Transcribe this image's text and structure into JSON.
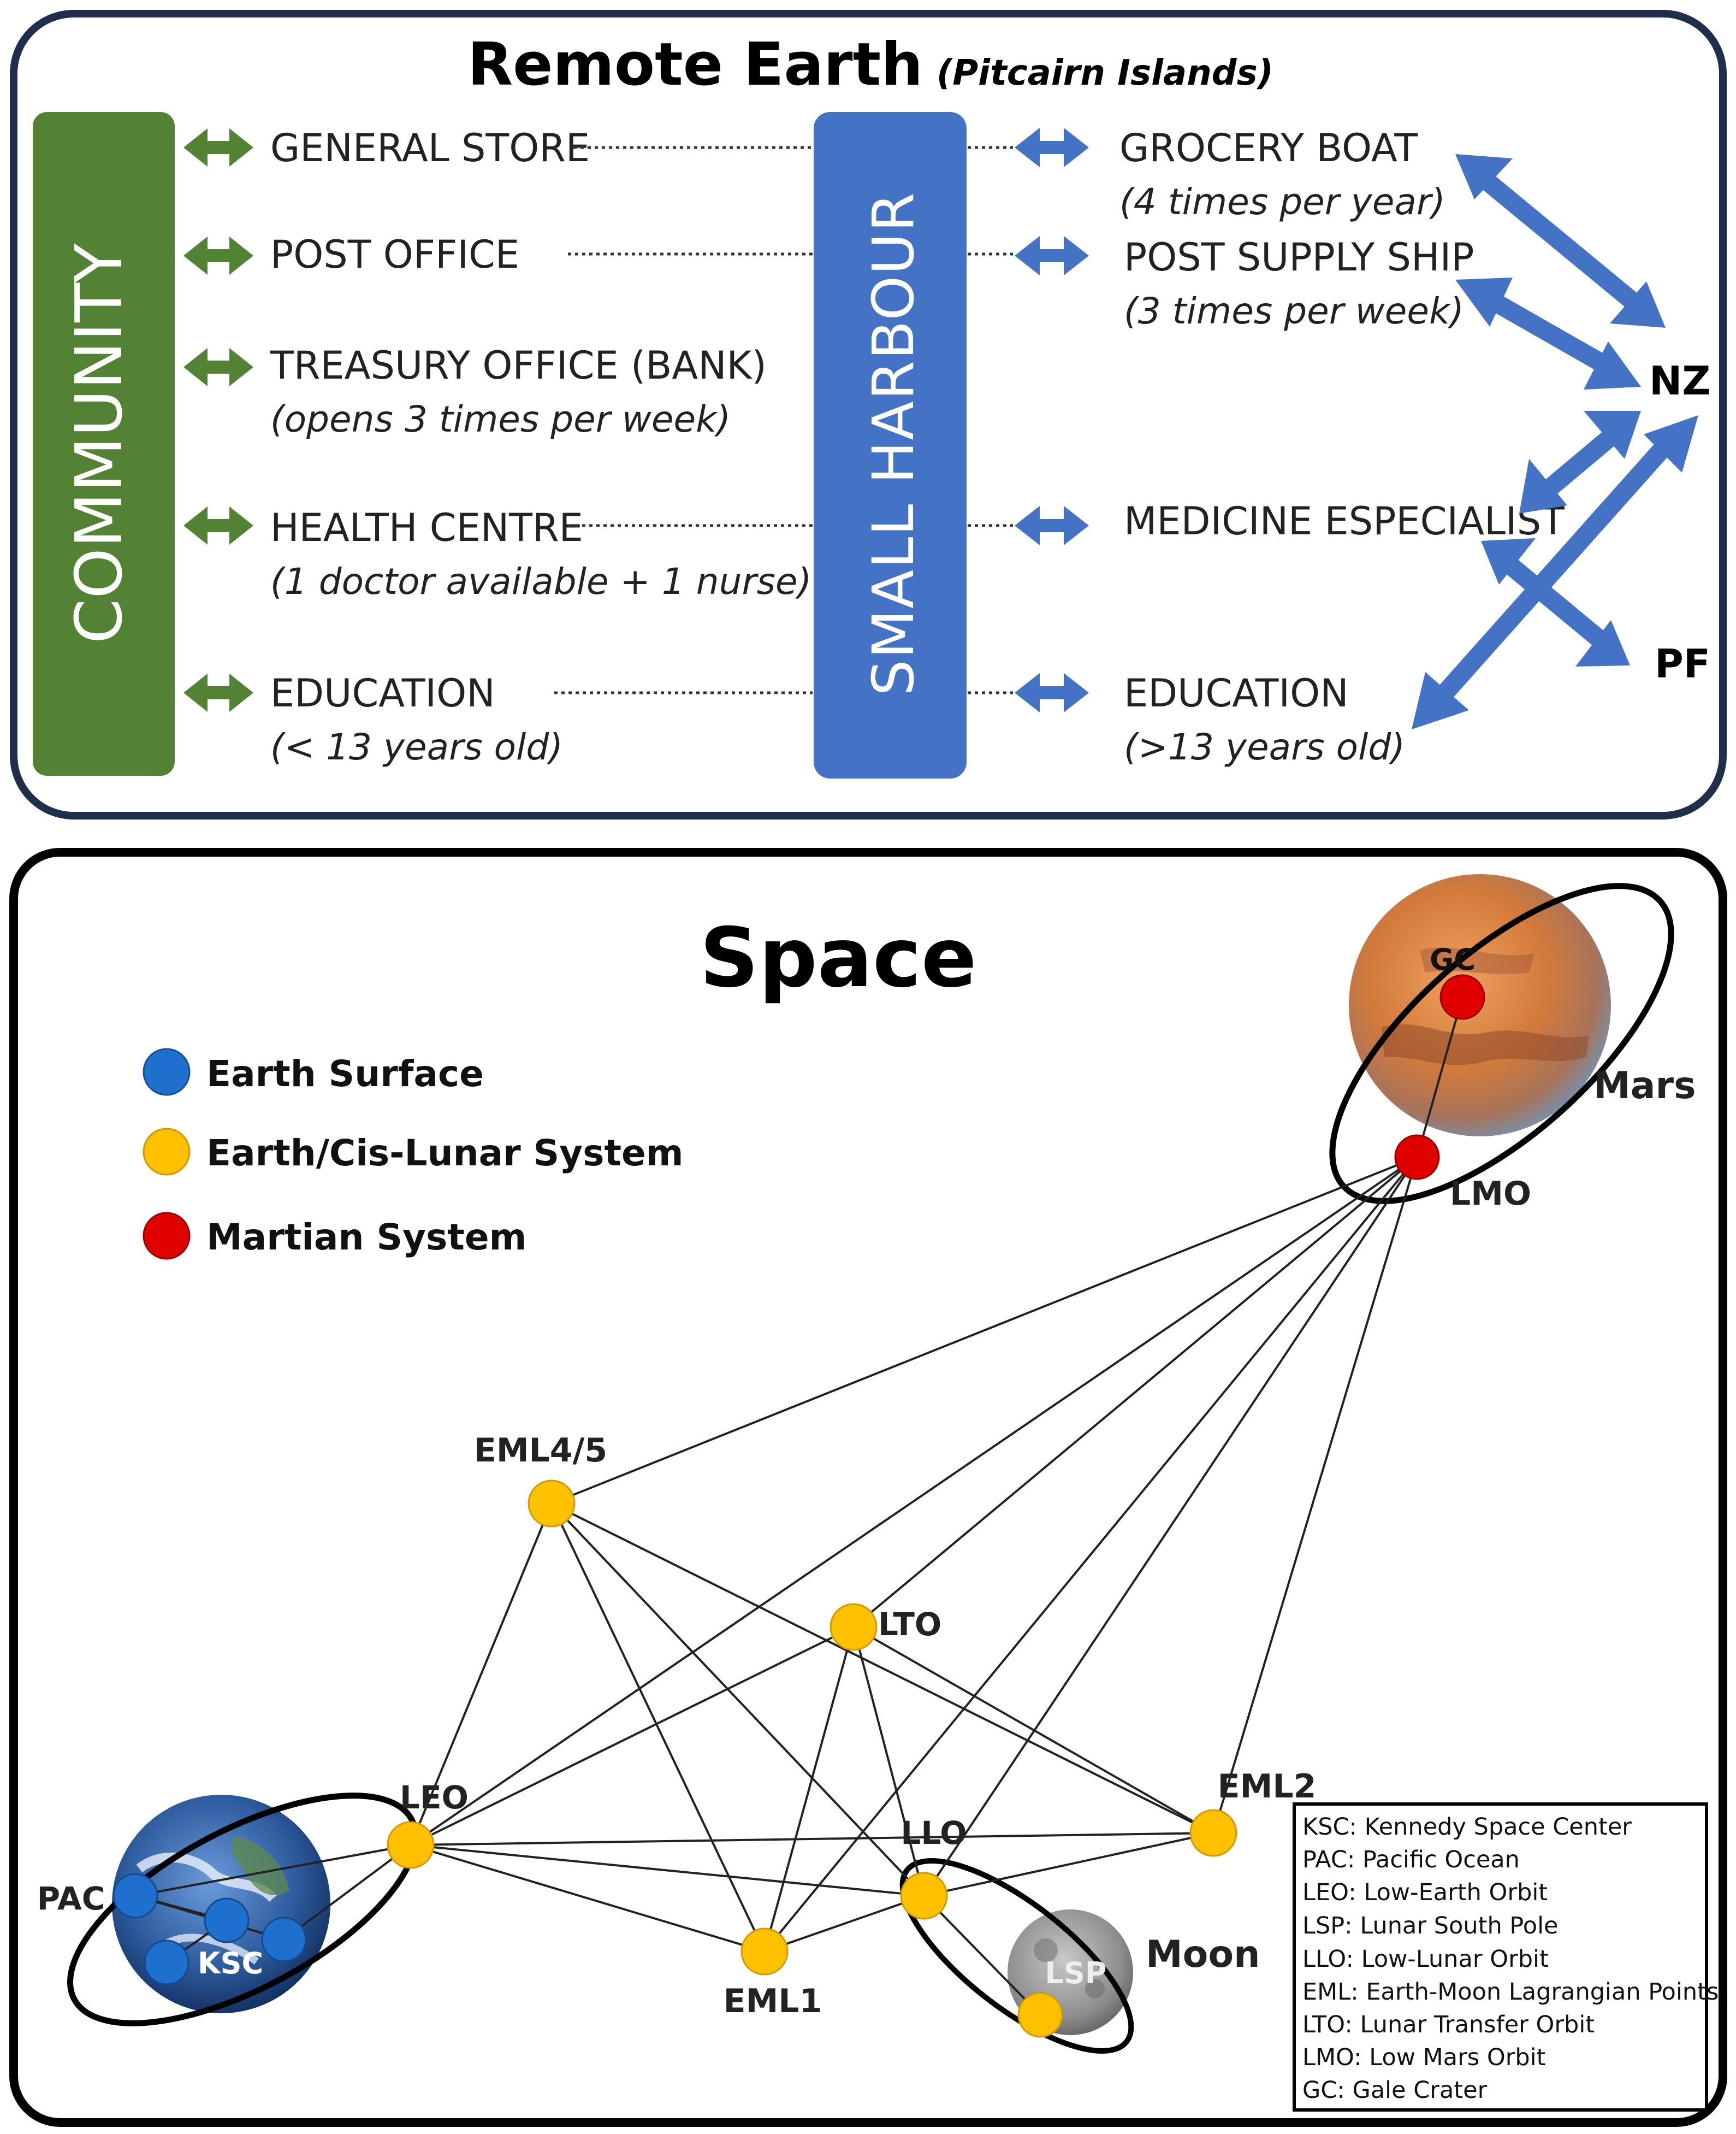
{
  "remote_earth": {
    "title": "Remote Earth",
    "subtitle": "(Pitcairn Islands)",
    "community_label": "COMMUNITY",
    "harbour_label": "SMALL HARBOUR",
    "colors": {
      "green": "#548235",
      "blue": "#4472C4",
      "border": "#1F2E4A"
    },
    "left_items": [
      {
        "label": "GENERAL STORE",
        "note": ""
      },
      {
        "label": "POST OFFICE",
        "note": ""
      },
      {
        "label": "TREASURY OFFICE (BANK)",
        "note": "(opens 3 times per week)"
      },
      {
        "label": "HEALTH CENTRE",
        "note": "(1 doctor available + 1 nurse)"
      },
      {
        "label": "EDUCATION",
        "note": "(< 13 years old)"
      }
    ],
    "right_items": [
      {
        "label": "GROCERY BOAT",
        "note": "(4 times per year)"
      },
      {
        "label": "POST SUPPLY SHIP",
        "note": "(3 times per week)"
      },
      {
        "label": "MEDICINE ESPECIALIST",
        "note": ""
      },
      {
        "label": "EDUCATION",
        "note": "(>13 years old)"
      }
    ],
    "destinations": {
      "nz": "NZ",
      "pf": "PF"
    }
  },
  "space": {
    "title": "Space",
    "legend": [
      {
        "label": "Earth Surface",
        "color": "#1F6FCF"
      },
      {
        "label": "Earth/Cis-Lunar System",
        "color": "#FFC000"
      },
      {
        "label": "Martian System",
        "color": "#E00000"
      }
    ],
    "body_labels": {
      "mars": "Mars",
      "moon": "Moon"
    },
    "nodes": {
      "gc": "GC",
      "lmo": "LMO",
      "eml45": "EML4/5",
      "lto": "LTO",
      "leo": "LEO",
      "llo": "LLO",
      "eml2": "EML2",
      "eml1": "EML1",
      "lsp": "LSP",
      "pac": "PAC",
      "ksc": "KSC"
    },
    "abbreviations": [
      "KSC: Kennedy Space Center",
      "PAC: Pacific Ocean",
      "LEO: Low-Earth Orbit",
      "LSP: Lunar South Pole",
      "LLO: Low-Lunar Orbit",
      "EML: Earth-Moon Lagrangian Points",
      "LTO: Lunar Transfer Orbit",
      "LMO: Low Mars Orbit",
      "GC: Gale Crater"
    ]
  }
}
